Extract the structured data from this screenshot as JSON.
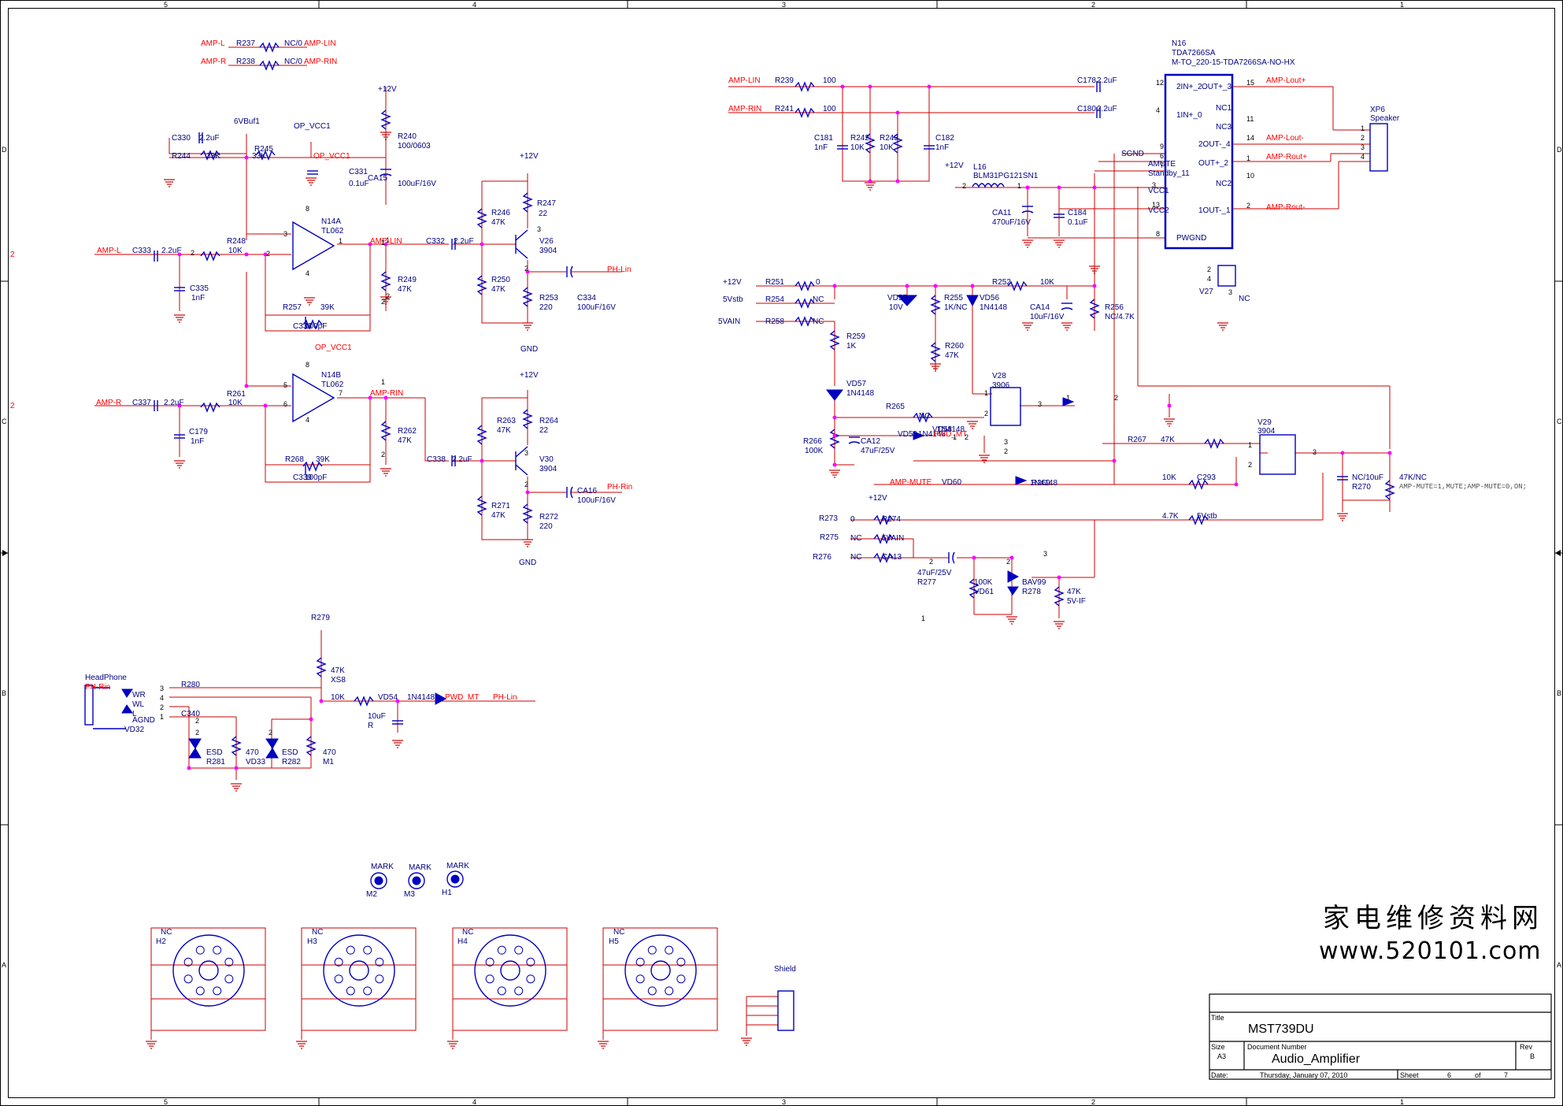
{
  "frame": {
    "col_top": [
      "5",
      "4",
      "3",
      "2",
      "1"
    ],
    "col_bottom": [
      "5",
      "4",
      "3",
      "2",
      "1"
    ],
    "row_left": [
      "D",
      "C",
      "B",
      "A"
    ],
    "row_right": [
      "D",
      "C",
      "B",
      "A"
    ],
    "arrow_left": "2",
    "arrow_left_2": "2"
  },
  "colors": {
    "wire": "#cc0000",
    "part": "#0000c0",
    "net": "#ff0000",
    "junction": "#ff00ff"
  },
  "title_block": {
    "title_label": "Title",
    "title": "MST739DU",
    "size_label": "Size",
    "size": "A3",
    "docnum_label": "Document Number",
    "docnum": "Audio_Amplifier",
    "rev_label": "Rev",
    "rev": "B",
    "date_label": "Date:",
    "date": "Thursday, January 07, 2010",
    "sheet_label": "Sheet",
    "sheet": "6",
    "of_label": "of",
    "sheets": "7"
  },
  "watermark": {
    "line1": "家电维修资料网",
    "line2": "www.520101.com"
  },
  "labels": [
    {
      "t": "AMP-L",
      "c": "net"
    },
    {
      "t": "R237",
      "c": "part"
    },
    {
      "t": "NC/0",
      "c": "part"
    },
    {
      "t": "AMP-LIN",
      "c": "net"
    },
    {
      "t": "AMP-R",
      "c": "net"
    },
    {
      "t": "R238",
      "c": "part"
    },
    {
      "t": "NC/0",
      "c": "part"
    },
    {
      "t": "AMP-RIN",
      "c": "net"
    },
    {
      "t": "+12V",
      "c": "part"
    },
    {
      "t": "R240",
      "c": "part"
    },
    {
      "t": "100/0603",
      "c": "part"
    },
    {
      "t": "OP_VCC1",
      "c": "part"
    },
    {
      "t": "6VBuf1",
      "c": "part"
    },
    {
      "t": "C330",
      "c": "part"
    },
    {
      "t": "2.2uF",
      "c": "part"
    },
    {
      "t": "R244",
      "c": "part"
    },
    {
      "t": "33K",
      "c": "part"
    },
    {
      "t": "R245",
      "c": "part"
    },
    {
      "t": "33K",
      "c": "part"
    },
    {
      "t": "OP_VCC1",
      "c": "net"
    },
    {
      "t": "C331",
      "c": "part"
    },
    {
      "t": "0.1uF",
      "c": "part"
    },
    {
      "t": "CA15",
      "c": "part"
    },
    {
      "t": "100uF/16V",
      "c": "part"
    },
    {
      "t": "N14A",
      "c": "part"
    },
    {
      "t": "TL062",
      "c": "part"
    },
    {
      "t": "AMP-L",
      "c": "net"
    },
    {
      "t": "C333",
      "c": "part"
    },
    {
      "t": "2.2uF",
      "c": "part"
    },
    {
      "t": "R248",
      "c": "part"
    },
    {
      "t": "10K",
      "c": "part"
    },
    {
      "t": "AMP-LIN",
      "c": "net"
    },
    {
      "t": "C332",
      "c": "part"
    },
    {
      "t": "2.2uF",
      "c": "part"
    },
    {
      "t": "+12V",
      "c": "part"
    },
    {
      "t": "R246",
      "c": "part"
    },
    {
      "t": "47K",
      "c": "part"
    },
    {
      "t": "R247",
      "c": "part"
    },
    {
      "t": "22",
      "c": "part"
    },
    {
      "t": "V26",
      "c": "part"
    },
    {
      "t": "3904",
      "c": "part"
    },
    {
      "t": "R249",
      "c": "part"
    },
    {
      "t": "47K",
      "c": "part"
    },
    {
      "t": "C335",
      "c": "part"
    },
    {
      "t": "1nF",
      "c": "part"
    },
    {
      "t": "R250",
      "c": "part"
    },
    {
      "t": "47K",
      "c": "part"
    },
    {
      "t": "PH-Lin",
      "c": "net"
    },
    {
      "t": "C334",
      "c": "part"
    },
    {
      "t": "100uF/16V",
      "c": "part"
    },
    {
      "t": "R253",
      "c": "part"
    },
    {
      "t": "220",
      "c": "part"
    },
    {
      "t": "R257",
      "c": "part"
    },
    {
      "t": "39K",
      "c": "part"
    },
    {
      "t": "C336",
      "c": "part"
    },
    {
      "t": "100pF",
      "c": "part"
    },
    {
      "t": "GND",
      "c": "part"
    },
    {
      "t": "OP_VCC1",
      "c": "net"
    },
    {
      "t": "N14B",
      "c": "part"
    },
    {
      "t": "TL062",
      "c": "part"
    },
    {
      "t": "AMP-R",
      "c": "net"
    },
    {
      "t": "C337",
      "c": "part"
    },
    {
      "t": "2.2uF",
      "c": "part"
    },
    {
      "t": "R261",
      "c": "part"
    },
    {
      "t": "10K",
      "c": "part"
    },
    {
      "t": "AMP-RIN",
      "c": "net"
    },
    {
      "t": "+12V",
      "c": "part"
    },
    {
      "t": "R263",
      "c": "part"
    },
    {
      "t": "47K",
      "c": "part"
    },
    {
      "t": "R264",
      "c": "part"
    },
    {
      "t": "22",
      "c": "part"
    },
    {
      "t": "C179",
      "c": "part"
    },
    {
      "t": "1nF",
      "c": "part"
    },
    {
      "t": "R262",
      "c": "part"
    },
    {
      "t": "47K",
      "c": "part"
    },
    {
      "t": "C338",
      "c": "part"
    },
    {
      "t": "2.2uF",
      "c": "part"
    },
    {
      "t": "V30",
      "c": "part"
    },
    {
      "t": "3904",
      "c": "part"
    },
    {
      "t": "R268",
      "c": "part"
    },
    {
      "t": "39K",
      "c": "part"
    },
    {
      "t": "C339",
      "c": "part"
    },
    {
      "t": "100pF",
      "c": "part"
    },
    {
      "t": "PH-Rin",
      "c": "net"
    },
    {
      "t": "CA16",
      "c": "part"
    },
    {
      "t": "100uF/16V",
      "c": "part"
    },
    {
      "t": "R271",
      "c": "part"
    },
    {
      "t": "47K",
      "c": "part"
    },
    {
      "t": "R272",
      "c": "part"
    },
    {
      "t": "220",
      "c": "part"
    },
    {
      "t": "GND",
      "c": "part"
    },
    {
      "t": "N16",
      "c": "part"
    },
    {
      "t": "TDA7266SA",
      "c": "part"
    },
    {
      "t": "M-TO_220-15-TDA7266SA-NO-HX",
      "c": "part"
    },
    {
      "t": "AMP-LIN",
      "c": "net"
    },
    {
      "t": "R239",
      "c": "part"
    },
    {
      "t": "100",
      "c": "part"
    },
    {
      "t": "C178",
      "c": "part"
    },
    {
      "t": "2.2uF",
      "c": "part"
    },
    {
      "t": "AMP-RIN",
      "c": "net"
    },
    {
      "t": "R241",
      "c": "part"
    },
    {
      "t": "100",
      "c": "part"
    },
    {
      "t": "C180",
      "c": "part"
    },
    {
      "t": "2.2uF",
      "c": "part"
    },
    {
      "t": "C181",
      "c": "part"
    },
    {
      "t": "1nF",
      "c": "part"
    },
    {
      "t": "R242",
      "c": "part"
    },
    {
      "t": "10K",
      "c": "part"
    },
    {
      "t": "R243",
      "c": "part"
    },
    {
      "t": "10K",
      "c": "part"
    },
    {
      "t": "C182",
      "c": "part"
    },
    {
      "t": "1nF",
      "c": "part"
    },
    {
      "t": "+12V",
      "c": "part"
    },
    {
      "t": "L16",
      "c": "part"
    },
    {
      "t": "BLM31PG121SN1",
      "c": "part"
    },
    {
      "t": "CA11",
      "c": "part"
    },
    {
      "t": "470uF/16V",
      "c": "part"
    },
    {
      "t": "C184",
      "c": "part"
    },
    {
      "t": "0.1uF",
      "c": "part"
    },
    {
      "t": "2IN+_2",
      "c": "part"
    },
    {
      "t": "1IN+_0",
      "c": "part"
    },
    {
      "t": "SGND",
      "c": "part"
    },
    {
      "t": "AMUTE",
      "c": "part"
    },
    {
      "t": "Standby_11",
      "c": "part"
    },
    {
      "t": "VCC1",
      "c": "part"
    },
    {
      "t": "VCC2",
      "c": "part"
    },
    {
      "t": "PWGND",
      "c": "part"
    },
    {
      "t": "OUT+_3",
      "c": "part"
    },
    {
      "t": "NC1",
      "c": "part"
    },
    {
      "t": "NC3",
      "c": "part"
    },
    {
      "t": "2OUT-_4",
      "c": "part"
    },
    {
      "t": "OUT+_2",
      "c": "part"
    },
    {
      "t": "NC2",
      "c": "part"
    },
    {
      "t": "1OUT-_1",
      "c": "part"
    },
    {
      "t": "AMP-Lout+",
      "c": "net"
    },
    {
      "t": "AMP-Lout-",
      "c": "net"
    },
    {
      "t": "AMP-Rout+",
      "c": "net"
    },
    {
      "t": "AMP-Rout-",
      "c": "net"
    },
    {
      "t": "XP6",
      "c": "part"
    },
    {
      "t": "Speaker",
      "c": "part"
    },
    {
      "t": "V27",
      "c": "part"
    },
    {
      "t": "NC",
      "c": "part"
    },
    {
      "t": "+12V",
      "c": "part"
    },
    {
      "t": "R251",
      "c": "part"
    },
    {
      "t": "0",
      "c": "part"
    },
    {
      "t": "5Vstb",
      "c": "part"
    },
    {
      "t": "R254",
      "c": "part"
    },
    {
      "t": "NC",
      "c": "part"
    },
    {
      "t": "5VAIN",
      "c": "part"
    },
    {
      "t": "R258",
      "c": "part"
    },
    {
      "t": "NC",
      "c": "part"
    },
    {
      "t": "VD55",
      "c": "part"
    },
    {
      "t": "10V",
      "c": "part"
    },
    {
      "t": "R255",
      "c": "part"
    },
    {
      "t": "1K/NC",
      "c": "part"
    },
    {
      "t": "VD56",
      "c": "part"
    },
    {
      "t": "1N4148",
      "c": "part"
    },
    {
      "t": "R252",
      "c": "part"
    },
    {
      "t": "10K",
      "c": "part"
    },
    {
      "t": "CA14",
      "c": "part"
    },
    {
      "t": "10uF/16V",
      "c": "part"
    },
    {
      "t": "R256",
      "c": "part"
    },
    {
      "t": "NC/4.7K",
      "c": "part"
    },
    {
      "t": "R259",
      "c": "part"
    },
    {
      "t": "1K",
      "c": "part"
    },
    {
      "t": "R260",
      "c": "part"
    },
    {
      "t": "47K",
      "c": "part"
    },
    {
      "t": "V28",
      "c": "part"
    },
    {
      "t": "3906",
      "c": "part"
    },
    {
      "t": "VD57",
      "c": "part"
    },
    {
      "t": "1N4148",
      "c": "part"
    },
    {
      "t": "R265",
      "c": "part"
    },
    {
      "t": "NC",
      "c": "part"
    },
    {
      "t": "VD58",
      "c": "part"
    },
    {
      "t": "1N4148",
      "c": "part"
    },
    {
      "t": "R266",
      "c": "part"
    },
    {
      "t": "100K",
      "c": "part"
    },
    {
      "t": "CA12",
      "c": "part"
    },
    {
      "t": "47uF/25V",
      "c": "part"
    },
    {
      "t": "VD59",
      "c": "part"
    },
    {
      "t": "1N4148",
      "c": "part"
    },
    {
      "t": "PWD_MT",
      "c": "net"
    },
    {
      "t": "R267",
      "c": "part"
    },
    {
      "t": "47K",
      "c": "part"
    },
    {
      "t": "V29",
      "c": "part"
    },
    {
      "t": "3904",
      "c": "part"
    },
    {
      "t": "AMP-MUTE",
      "c": "net"
    },
    {
      "t": "VD60",
      "c": "part"
    },
    {
      "t": "1N4148",
      "c": "part"
    },
    {
      "t": "R269",
      "c": "part"
    },
    {
      "t": "10K",
      "c": "part"
    },
    {
      "t": "C293",
      "c": "part"
    },
    {
      "t": "NC/10uF",
      "c": "part"
    },
    {
      "t": "R270",
      "c": "part"
    },
    {
      "t": "47K/NC",
      "c": "part"
    },
    {
      "t": "AMP-MUTE=1,MUTE;AMP-MUTE=0,ON;",
      "c": "mono"
    },
    {
      "t": "+12V",
      "c": "part"
    },
    {
      "t": "R273",
      "c": "part"
    },
    {
      "t": "0",
      "c": "part"
    },
    {
      "t": "R274",
      "c": "part"
    },
    {
      "t": "4.7K",
      "c": "part"
    },
    {
      "t": "5Vstb",
      "c": "part"
    },
    {
      "t": "R275",
      "c": "part"
    },
    {
      "t": "NC",
      "c": "part"
    },
    {
      "t": "5VAIN",
      "c": "part"
    },
    {
      "t": "R276",
      "c": "part"
    },
    {
      "t": "NC",
      "c": "part"
    },
    {
      "t": "CA13",
      "c": "part"
    },
    {
      "t": "47uF/25V",
      "c": "part"
    },
    {
      "t": "R277",
      "c": "part"
    },
    {
      "t": "100K",
      "c": "part"
    },
    {
      "t": "VD61",
      "c": "part"
    },
    {
      "t": "BAV99",
      "c": "part"
    },
    {
      "t": "R278",
      "c": "part"
    },
    {
      "t": "47K",
      "c": "part"
    },
    {
      "t": "5V-IF",
      "c": "part"
    },
    {
      "t": "R279",
      "c": "part"
    },
    {
      "t": "47K",
      "c": "part"
    },
    {
      "t": "XS8",
      "c": "part"
    },
    {
      "t": "HeadPhone",
      "c": "part"
    },
    {
      "t": "PH-Rin",
      "c": "net"
    },
    {
      "t": "R280",
      "c": "part"
    },
    {
      "t": "10K",
      "c": "part"
    },
    {
      "t": "VD54",
      "c": "part"
    },
    {
      "t": "1N4148",
      "c": "part"
    },
    {
      "t": "PWD_MT",
      "c": "net"
    },
    {
      "t": "PH-Lin",
      "c": "net"
    },
    {
      "t": "C340",
      "c": "part"
    },
    {
      "t": "10uF",
      "c": "part"
    },
    {
      "t": "R",
      "c": "part"
    },
    {
      "t": "WR",
      "c": "part"
    },
    {
      "t": "WL",
      "c": "part"
    },
    {
      "t": "L",
      "c": "part"
    },
    {
      "t": "AGND",
      "c": "part"
    },
    {
      "t": "VD32",
      "c": "part"
    },
    {
      "t": "ESD",
      "c": "part"
    },
    {
      "t": "R281",
      "c": "part"
    },
    {
      "t": "470",
      "c": "part"
    },
    {
      "t": "VD33",
      "c": "part"
    },
    {
      "t": "ESD",
      "c": "part"
    },
    {
      "t": "R282",
      "c": "part"
    },
    {
      "t": "470",
      "c": "part"
    },
    {
      "t": "M1",
      "c": "part"
    },
    {
      "t": "MARK",
      "c": "part"
    },
    {
      "t": "M2",
      "c": "part"
    },
    {
      "t": "MARK",
      "c": "part"
    },
    {
      "t": "M3",
      "c": "part"
    },
    {
      "t": "MARK",
      "c": "part"
    },
    {
      "t": "H1",
      "c": "part"
    },
    {
      "t": "NC",
      "c": "part"
    },
    {
      "t": "H2",
      "c": "part"
    },
    {
      "t": "NC",
      "c": "part"
    },
    {
      "t": "H3",
      "c": "part"
    },
    {
      "t": "NC",
      "c": "part"
    },
    {
      "t": "H4",
      "c": "part"
    },
    {
      "t": "NC",
      "c": "part"
    },
    {
      "t": "H5",
      "c": "part"
    },
    {
      "t": "Shield",
      "c": "part"
    }
  ],
  "pins": [
    "3",
    "2",
    "8",
    "4",
    "1",
    "2",
    "2",
    "1",
    "3",
    "2",
    "2",
    "1",
    "8",
    "4",
    "5",
    "6",
    "7",
    "2",
    "1",
    "3",
    "2",
    "12",
    "4",
    "9",
    "6",
    "7",
    "3",
    "13",
    "8",
    "15",
    "11",
    "14",
    "1",
    "10",
    "2",
    "1",
    "2",
    "3",
    "4",
    "2",
    "4",
    "3",
    "2",
    "1",
    "1",
    "2",
    "3",
    "1",
    "2",
    "3",
    "2",
    "1",
    "3",
    "2",
    "2",
    "1",
    "3",
    "2",
    "1",
    "2",
    "3",
    "4",
    "2",
    "1",
    "2",
    "2",
    "2"
  ]
}
